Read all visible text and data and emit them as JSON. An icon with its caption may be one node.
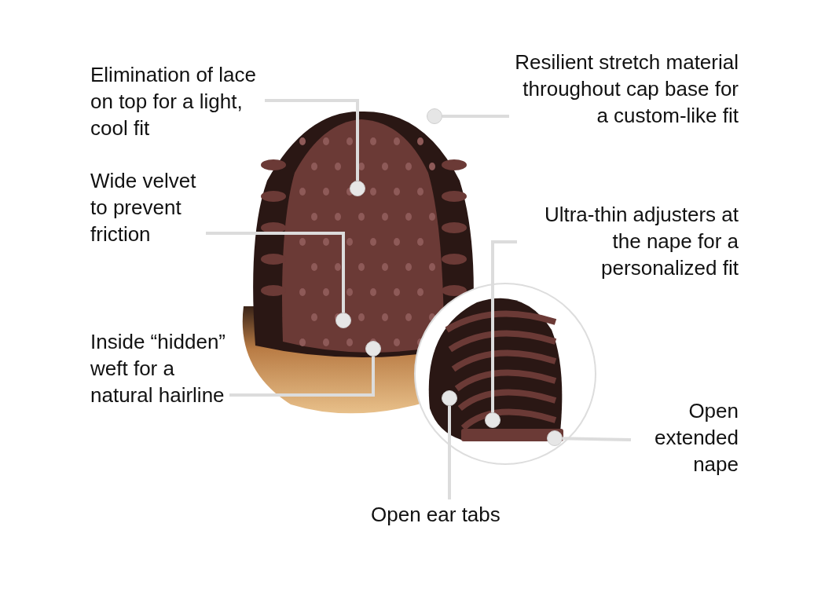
{
  "diagram": {
    "nodes": [
      {
        "text": [
          "Elimination of lace on top for a light, cool fit"
        ]
      },
      {
        "text": [
          "Wide velvet to prevent friction"
        ]
      },
      {
        "text": [
          "Inside “hidden” weft for a natural hairline"
        ]
      },
      {
        "text": [
          "Resilient stretch material throughout cap base for a custom-like fit"
        ]
      },
      {
        "text": [
          "Ultra-thin adjusters at the nape for a personalized fit"
        ]
      },
      {
        "text": [
          "Open extended nape"
        ]
      },
      {
        "text": [
          "Open ear tabs"
        ]
      },
      {
        "text": [],
        "shape": "picture"
      },
      {
        "text": [],
        "shape": "picture"
      },
      {
        "text": [],
        "shape": "circle",
        "in": 7
      },
      {
        "text": [],
        "shape": "circle",
        "in": 7
      },
      {
        "text": [],
        "shape": "circle",
        "in": 7
      },
      {
        "text": [],
        "shape": "circle"
      },
      {
        "text": [],
        "shape": "circle",
        "in": 8
      },
      {
        "text": [],
        "shape": "circle",
        "in": 8
      },
      {
        "text": [],
        "shape": "circle",
        "in": 8
      }
    ],
    "edges": [
      {
        "from": 0,
        "to": 9,
        "arrow": "none"
      },
      {
        "from": 1,
        "to": 10,
        "arrow": "none"
      },
      {
        "from": 2,
        "to": 11,
        "arrow": "none"
      },
      {
        "from": 3,
        "to": 12,
        "arrow": "none"
      },
      {
        "from": 4,
        "to": 13,
        "arrow": "none"
      },
      {
        "from": 5,
        "to": 14,
        "arrow": "none"
      },
      {
        "from": 6,
        "to": 15,
        "arrow": "none"
      }
    ]
  }
}
